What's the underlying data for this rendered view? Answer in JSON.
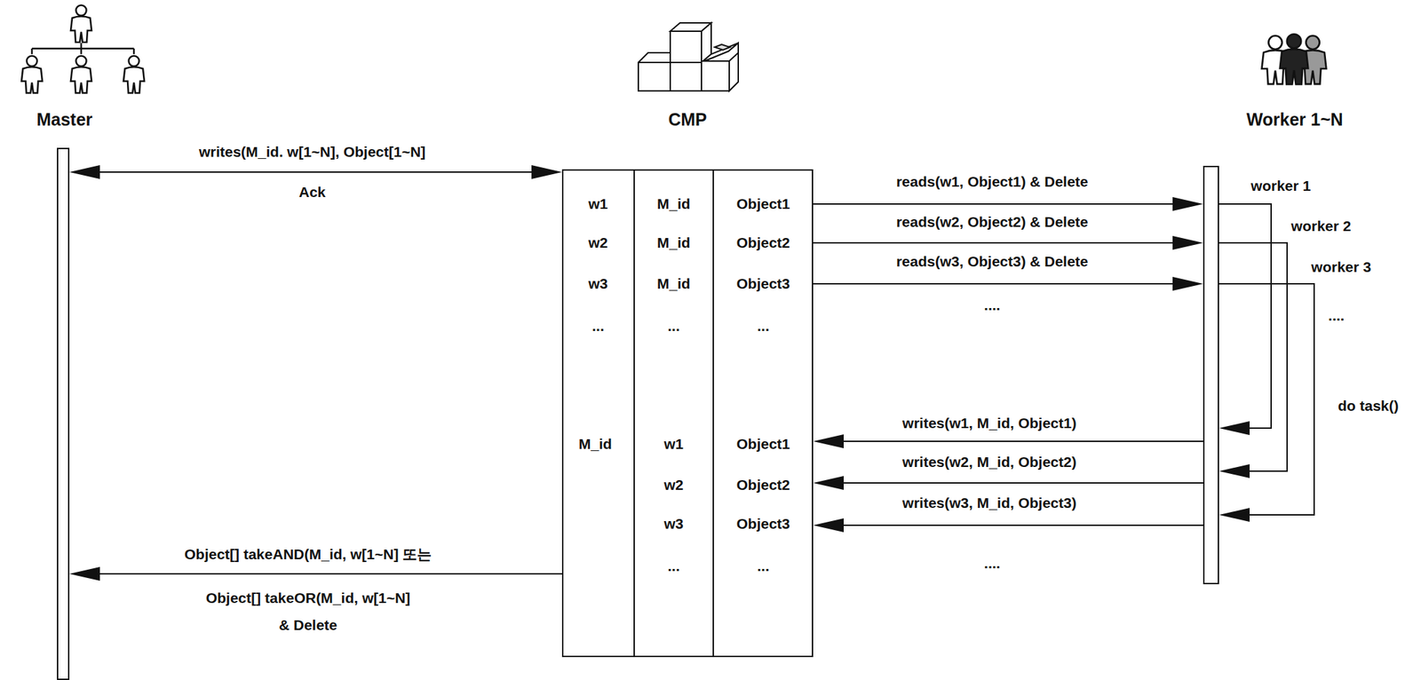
{
  "diagram": {
    "nodes": [
      {
        "text": [
          "Master"
        ]
      },
      {
        "text": [
          "CMP"
        ]
      },
      {
        "text": [
          "Worker 1~N"
        ]
      }
    ],
    "edges": [
      {
        "from": 0,
        "to": 1,
        "arrow": "both",
        "label": "writes(M_id. w[1~N], Object[1~N]"
      },
      {
        "from": 1,
        "to": 2,
        "arrow": "to",
        "label": "reads(w1, Object1) & Delete"
      },
      {
        "from": 1,
        "to": 2,
        "arrow": "to",
        "label": "reads(w2, Object2) & Delete"
      },
      {
        "from": 1,
        "to": 2,
        "arrow": "to",
        "label": "reads(w3, Object3) & Delete"
      },
      {
        "from": 2,
        "to": 1,
        "arrow": "to",
        "label": "writes(w1, M_id, Object1)"
      },
      {
        "from": 2,
        "to": 1,
        "arrow": "to",
        "label": "writes(w2, M_id, Object2)"
      },
      {
        "from": 2,
        "to": 1,
        "arrow": "to",
        "label": "writes(w3, M_id, Object3)"
      },
      {
        "from": 1,
        "to": 0,
        "arrow": "to",
        "label": "Object[] takeAND(M_id, w[1~N] 또는"
      }
    ],
    "labels": [
      "Ack",
      "Object[] takeOR(M_id, w[1~N]",
      "& Delete",
      "w1",
      "M_id",
      "Object1",
      "w2",
      "M_id",
      "Object2",
      "w3",
      "M_id",
      "Object3",
      "...",
      "...",
      "...",
      "M_id",
      "w1",
      "Object1",
      "w2",
      "Object2",
      "w3",
      "Object3",
      "...",
      "...",
      "....",
      "....",
      "worker 1",
      "worker 2",
      "worker 3",
      "....",
      "do task()"
    ]
  }
}
